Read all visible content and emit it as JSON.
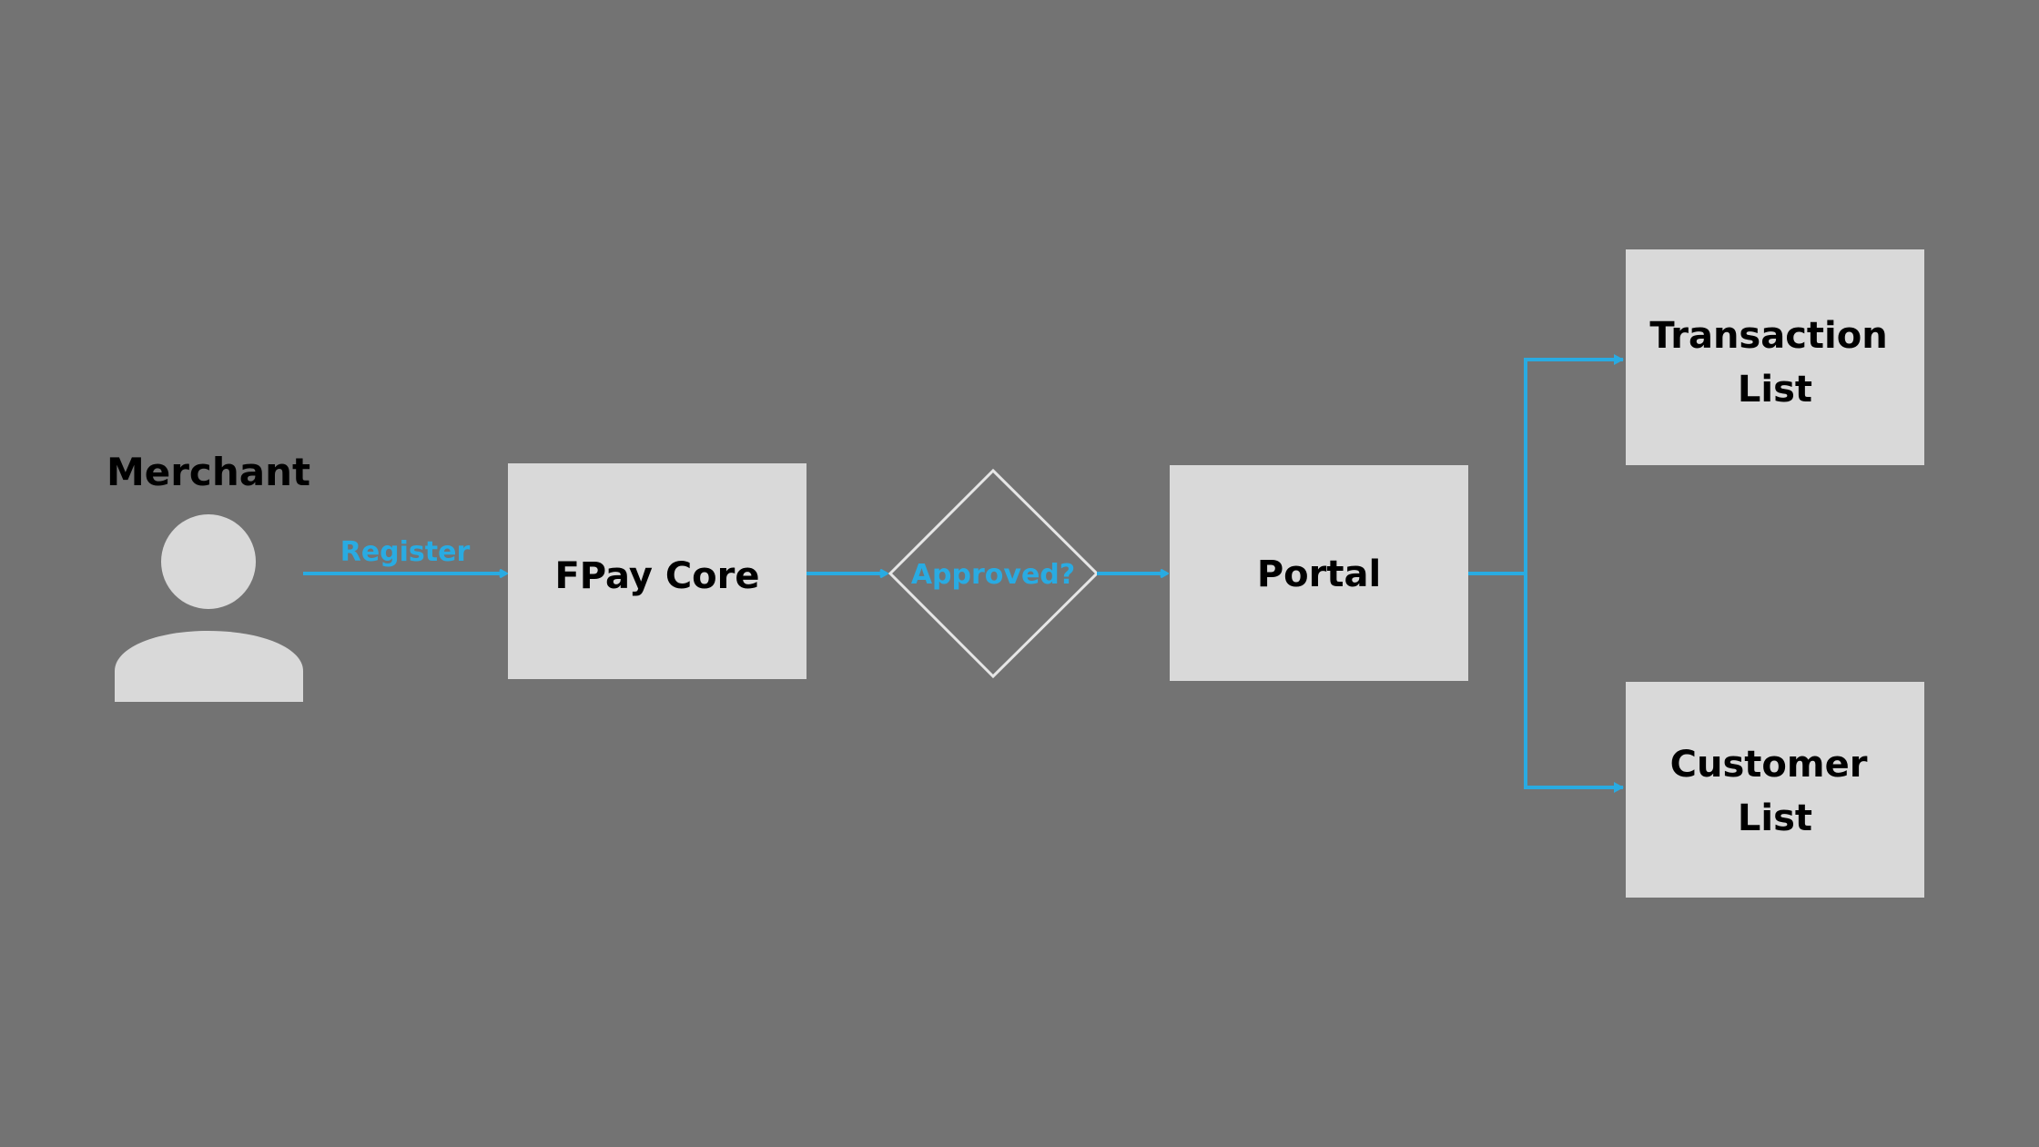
{
  "diagram": {
    "actor": {
      "label": "Merchant",
      "icon": "person-icon"
    },
    "nodes": {
      "fpay_core": "FPay Core",
      "decision": "Approved?",
      "portal": "Portal",
      "transaction_list": [
        "Transaction",
        "List"
      ],
      "customer_list": [
        "Customer",
        "List"
      ]
    },
    "edges": {
      "register_label": "Register"
    }
  },
  "colors": {
    "background": "#737373",
    "box_fill": "#d9d9d9",
    "accent": "#29abe2",
    "diamond_stroke": "#e6e6e6",
    "text": "#000000"
  }
}
